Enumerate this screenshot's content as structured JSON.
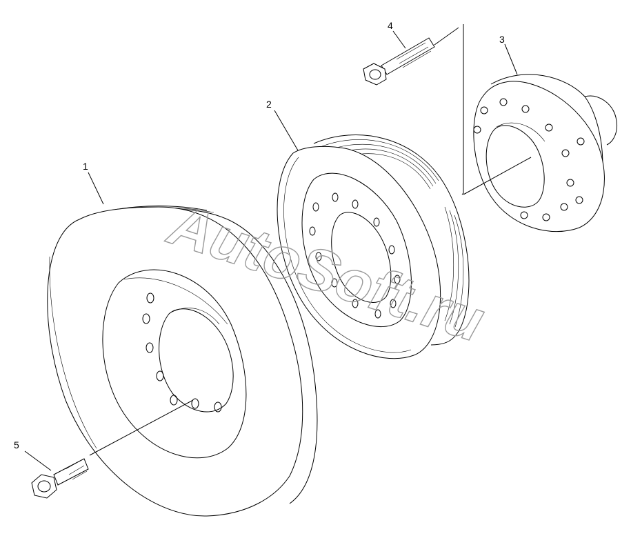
{
  "callouts": [
    {
      "id": "1",
      "label": "1"
    },
    {
      "id": "2",
      "label": "2"
    },
    {
      "id": "3",
      "label": "3"
    },
    {
      "id": "4",
      "label": "4"
    },
    {
      "id": "5",
      "label": "5"
    }
  ],
  "watermark": "AutoSoft.ru",
  "colors": {
    "line": "#000000",
    "background": "#ffffff",
    "watermark": "#9a9a9a"
  }
}
